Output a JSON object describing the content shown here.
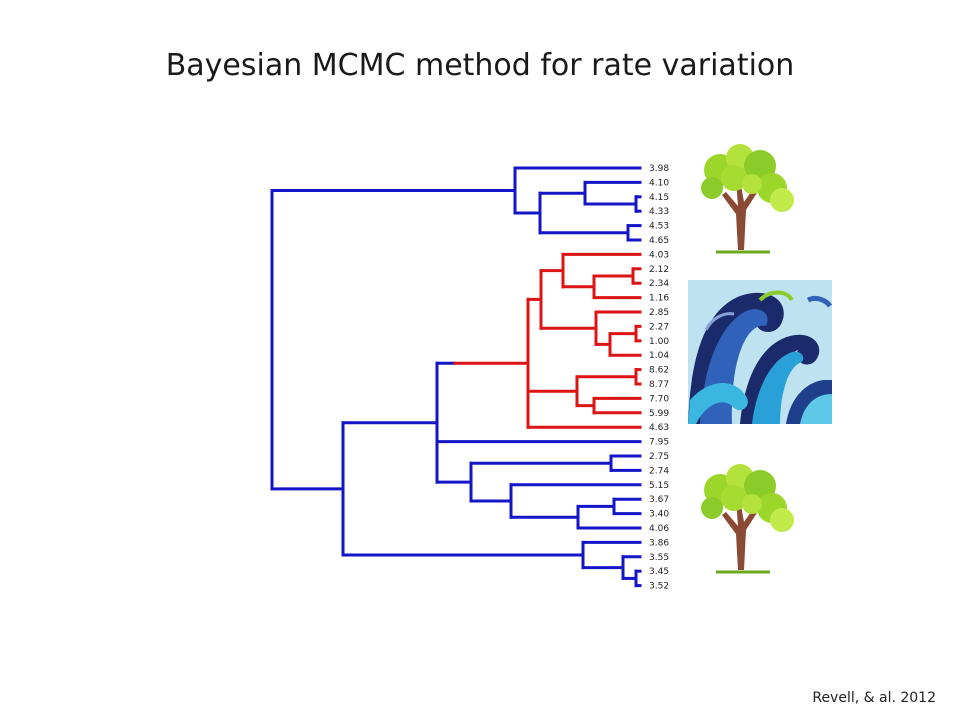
{
  "slide": {
    "title": "Bayesian MCMC method for rate variation",
    "citation": "Revell, & al. 2012"
  },
  "colors": {
    "slow_rate_branch": "#1515c8",
    "fast_rate_branch": "#dd1414",
    "tree_foliage": "#8ccc2a",
    "tree_trunk": "#8a4a34",
    "wave_dark": "#1a2a6a",
    "wave_light": "#2aa0d8",
    "wave_background": "#bfe2f0"
  },
  "tips": [
    "3.98",
    "4.10",
    "4.15",
    "4.33",
    "4.53",
    "4.65",
    "4.03",
    "2.12",
    "2.34",
    "1.16",
    "2.85",
    "2.27",
    "1.00",
    "1.04",
    "8.62",
    "8.77",
    "7.70",
    "5.99",
    "4.63",
    "7.95",
    "2.75",
    "2.74",
    "5.15",
    "3.67",
    "3.40",
    "4.06",
    "3.86",
    "3.55",
    "3.45",
    "3.52"
  ],
  "illustrations": [
    {
      "name": "tree",
      "icon": "tree-icon"
    },
    {
      "name": "waves",
      "icon": "waves-icon"
    },
    {
      "name": "tree",
      "icon": "tree-icon"
    }
  ]
}
